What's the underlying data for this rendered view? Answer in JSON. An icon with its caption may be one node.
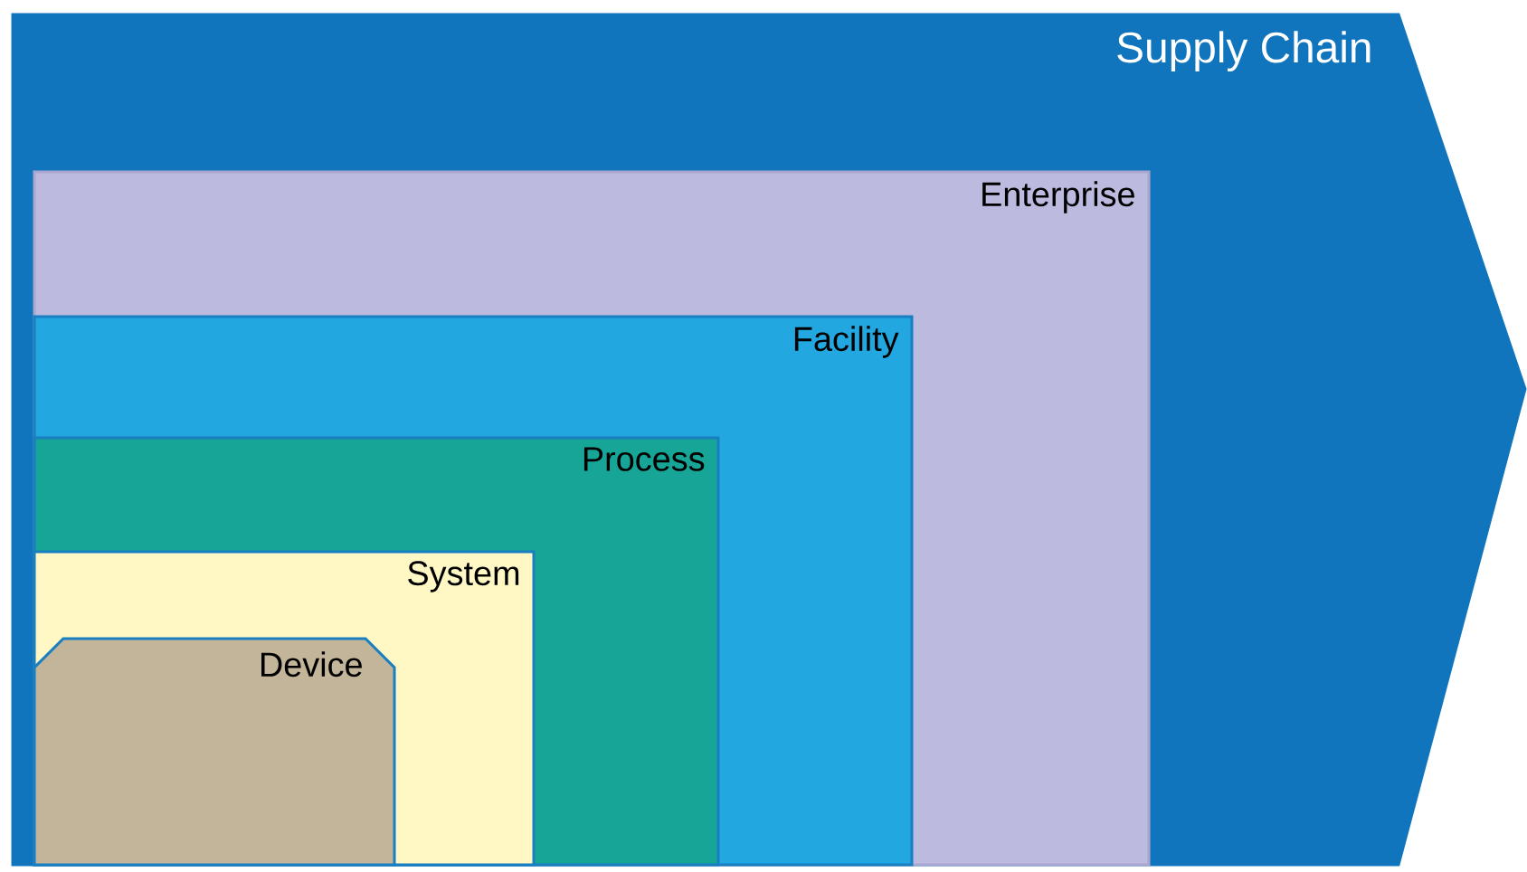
{
  "diagram": {
    "nodes": [
      {
        "text": [
          "Supply Chain"
        ]
      },
      {
        "text": [
          "Enterprise"
        ],
        "in": 0
      },
      {
        "text": [
          "Facility"
        ],
        "in": 1
      },
      {
        "text": [
          "Process"
        ],
        "in": 2
      },
      {
        "text": [
          "System"
        ],
        "in": 3
      },
      {
        "text": [
          "Device"
        ],
        "in": 4
      }
    ]
  }
}
